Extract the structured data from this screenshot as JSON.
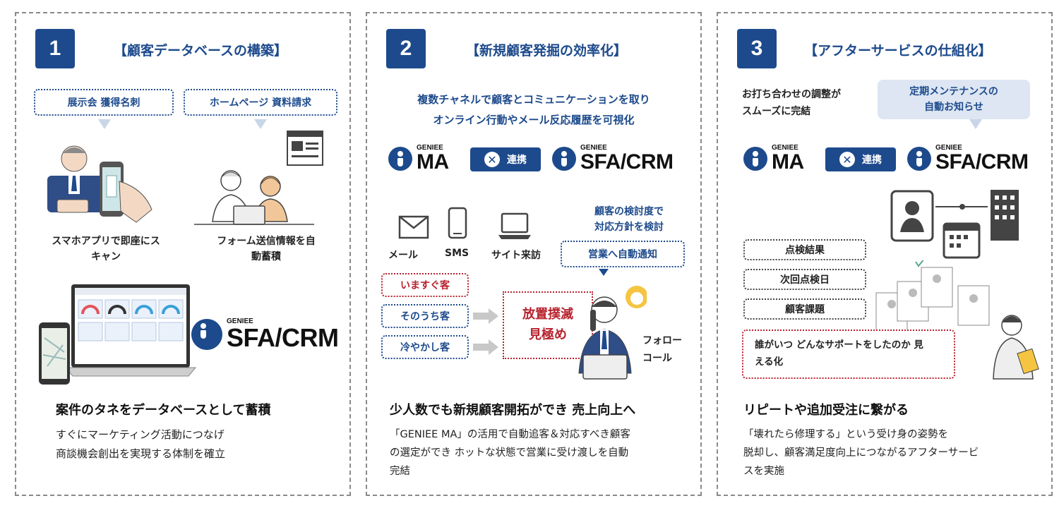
{
  "panel1": {
    "number": "1",
    "title": "【顧客データベースの構築】",
    "box_left": "展示会 獲得名刺",
    "box_right": "ホームページ 資料請求",
    "caption_left_1": "スマホアプリで即座にス",
    "caption_left_2": "キャン",
    "caption_right_1": "フォーム送信情報を自",
    "caption_right_2": "動蓄積",
    "logo_small": "GENIEE",
    "logo_big": "SFA/CRM",
    "heading": "案件のタネをデータベースとして蓄積",
    "body_1": "すぐにマーケティング活動につなげ",
    "body_2": "商談機会創出を実現する体制を確立"
  },
  "panel2": {
    "number": "2",
    "title": "【新規顧客発掘の効率化】",
    "lead_1": "複数チャネルで顧客とコミュニケーションを取り",
    "lead_2": "オンライン行動やメール反応履歴を可視化",
    "logo_ma_small": "GENIEE",
    "logo_ma_big": "MA",
    "link_label": "連携",
    "logo_sfa_small": "GENIEE",
    "logo_sfa_big": "SFA/CRM",
    "channels": [
      "メール",
      "SMS",
      "サイト来訪"
    ],
    "note_1": "顧客の検討度で",
    "note_2": "対応方針を検討",
    "notify": "営業へ自動通知",
    "segments": [
      "いますぐ客",
      "そのうち客",
      "冷やかし客"
    ],
    "center_1": "放置撲滅",
    "center_2": "見極め",
    "follow_1": "フォロー",
    "follow_2": "コール",
    "heading": "少人数でも新規顧客開拓ができ 売上向上へ",
    "body_1": "「GENIEE MA」の活用で自動追客＆対応すべき顧客",
    "body_2": "の選定ができ ホットな状態で営業に受け渡しを自動",
    "body_3": "完結"
  },
  "panel3": {
    "number": "3",
    "title": "【アフターサービスの仕組化】",
    "note_1": "お打ち合わせの調整が",
    "note_2": "スムーズに完結",
    "bubble_1": "定期メンテナンスの",
    "bubble_2": "自動お知らせ",
    "logo_ma_small": "GENIEE",
    "logo_ma_big": "MA",
    "link_label": "連携",
    "logo_sfa_small": "GENIEE",
    "logo_sfa_big": "SFA/CRM",
    "items": [
      "点検結果",
      "次回点検日",
      "顧客課題"
    ],
    "red_1": "誰がいつ どんなサポートをしたのか 見",
    "red_2": "える化",
    "heading": "リピートや追加受注に繋がる",
    "body_1": "「壊れたら修理する」という受け身の姿勢を",
    "body_2": "脱却し、顧客満足度向上につながるアフターサービ",
    "body_3": "スを実施"
  },
  "colors": {
    "brand": "#1d4a8c",
    "accent_red": "#b8232f",
    "bubble": "#dde6f2"
  }
}
